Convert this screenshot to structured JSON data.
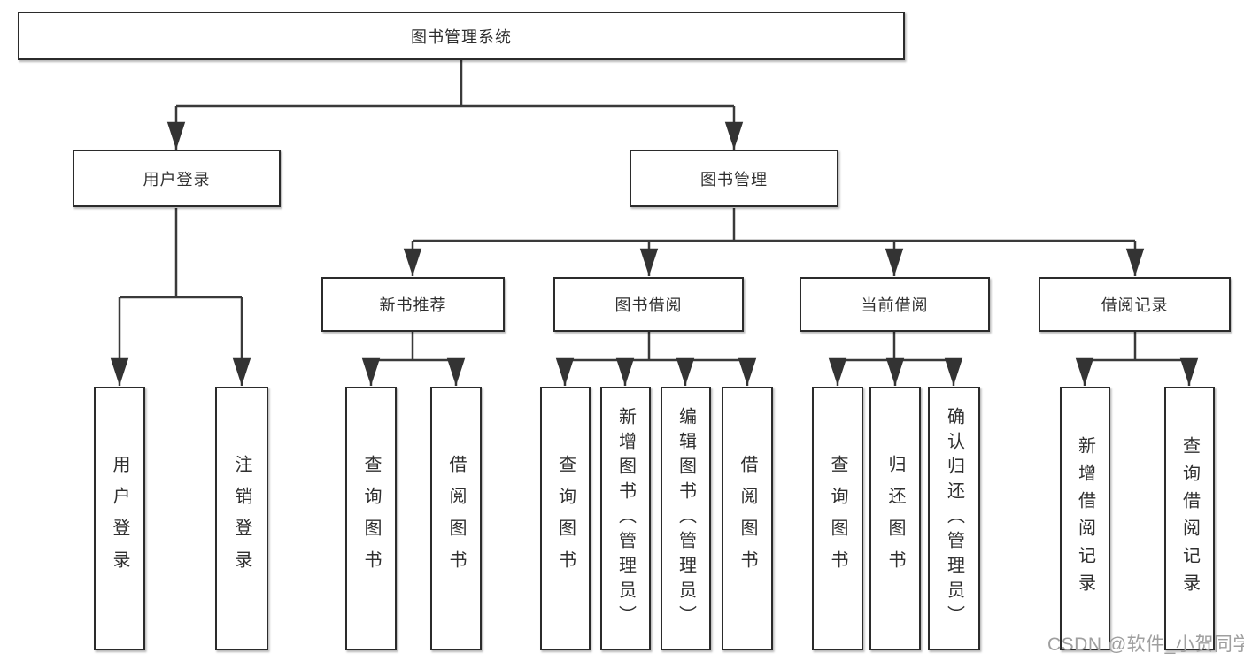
{
  "style": {
    "line_color": "#3a3a3a",
    "box_border_color": "#2b2b2b",
    "box_fill": "#ffffff",
    "text_color": "#2f2f2f",
    "watermark_color": "#9f9f9f"
  },
  "watermark": {
    "text": "CSDN @软件_小贺同学"
  },
  "tree": {
    "root": {
      "label": "图书管理系统"
    },
    "children": [
      {
        "label": "用户登录",
        "children": [
          {
            "label": "用户登录"
          },
          {
            "label": "注销登录"
          }
        ]
      },
      {
        "label": "图书管理",
        "children": [
          {
            "label": "新书推荐",
            "children": [
              {
                "label": "查询图书"
              },
              {
                "label": "借阅图书"
              }
            ]
          },
          {
            "label": "图书借阅",
            "children": [
              {
                "label": "查询图书"
              },
              {
                "label": "新增图书（管理员）"
              },
              {
                "label": "编辑图书（管理员）"
              },
              {
                "label": "借阅图书"
              }
            ]
          },
          {
            "label": "当前借阅",
            "children": [
              {
                "label": "查询图书"
              },
              {
                "label": "归还图书"
              },
              {
                "label": "确认归还（管理员）"
              }
            ]
          },
          {
            "label": "借阅记录",
            "children": [
              {
                "label": "新增借阅记录"
              },
              {
                "label": "查询借阅记录"
              }
            ]
          }
        ]
      }
    ]
  }
}
